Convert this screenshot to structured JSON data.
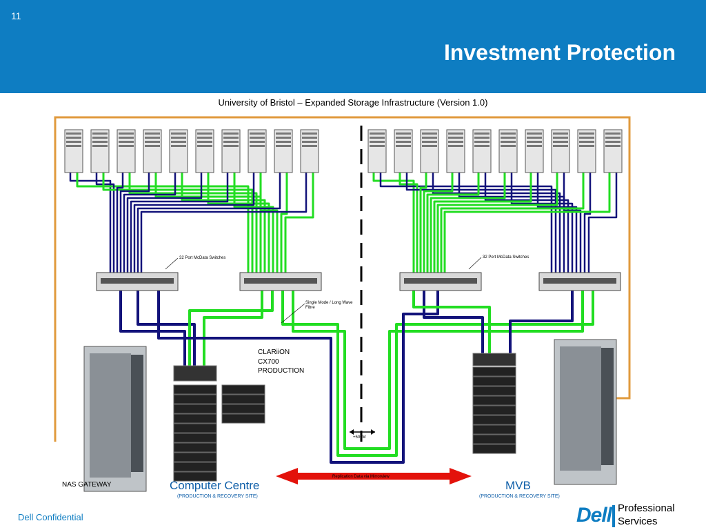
{
  "slide": {
    "number": "11",
    "title": "Investment Protection",
    "footer": "Dell Confidential"
  },
  "logo": {
    "brand": "Dell",
    "line1": "Professional",
    "line2": "Services"
  },
  "diagram": {
    "title": "University of Bristol – Expanded Storage Infrastructure (Version 1.0)",
    "switch_label_left": "32 Port McData Switches",
    "switch_label_right": "32 Port McData Switches",
    "fibre_label_line1": "Single Mode / Long Wave",
    "fibre_label_line2": "Fibre",
    "clariion_line1": "CLARiiON",
    "clariion_line2": "CX700",
    "clariion_line3": "PRODUCTION",
    "distance_label": "+500M",
    "replication_label": "Replication Data via Mirrorview",
    "nas_gateway": "NAS GATEWAY",
    "site_left_name": "Computer Centre",
    "site_left_sub": "(PRODUCTION & RECOVERY SITE)",
    "site_right_name": "MVB",
    "site_right_sub": "(PRODUCTION & RECOVERY SITE)",
    "colors": {
      "header_blue": "#0e7dc2",
      "fibre_green": "#22dd22",
      "fibre_navy": "#12127a",
      "site_border": "#e09a3c",
      "replication_red": "#e3120b"
    }
  }
}
